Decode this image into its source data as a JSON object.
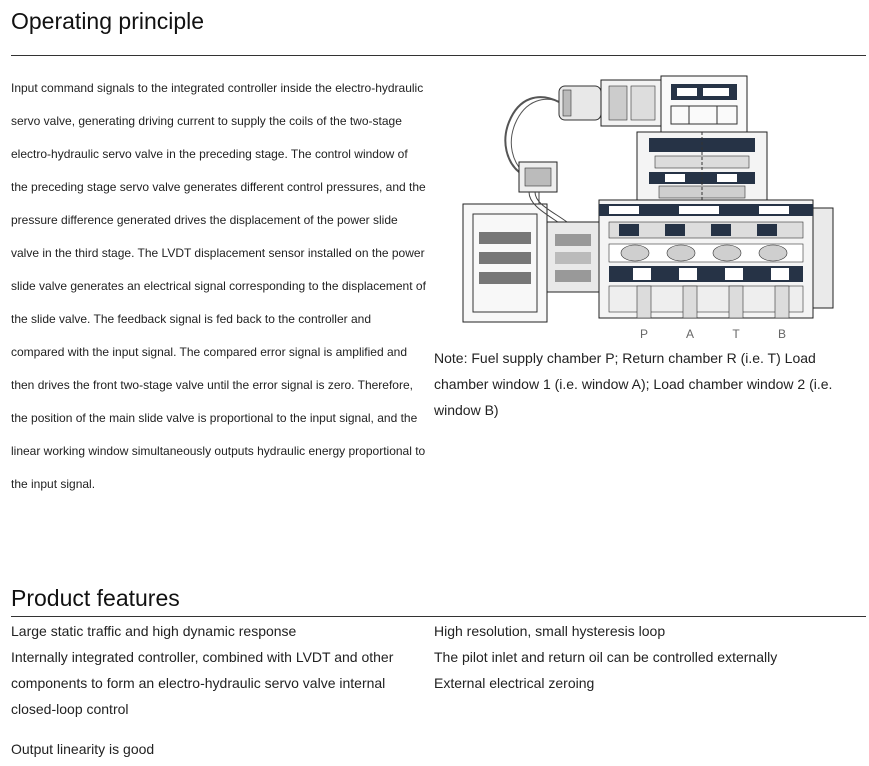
{
  "section1": {
    "title": "Operating principle",
    "body": "Input command signals to the integrated controller inside the electro-hydraulic servo valve, generating driving current to supply the coils of the two-stage electro-hydraulic servo valve in the preceding stage. The control window of the preceding stage servo valve generates different control pressures, and the pressure difference generated drives the displacement of the power slide valve in the third stage. The LVDT displacement sensor installed on the power slide valve generates an electrical signal corresponding to the displacement of the slide valve. The feedback signal is fed back to the controller and compared with the input signal. The compared error signal is amplified and then drives the front two-stage valve until the error signal is zero. Therefore, the position of the main slide valve is proportional to the input signal, and the linear working window simultaneously outputs hydraulic energy proportional to the input signal.",
    "diagram": {
      "ports": [
        "P",
        "A",
        "T",
        "B"
      ]
    },
    "note": "Note: Fuel supply chamber P; Return chamber R (i.e. T) Load chamber window 1 (i.e. window A); Load chamber window 2 (i.e. window B)"
  },
  "section2": {
    "title": "Product features",
    "features_left": [
      "Large static traffic and high dynamic response",
      "Internally integrated controller, combined with LVDT and other components to form an electro-hydraulic servo valve internal closed-loop control",
      "Output linearity is good"
    ],
    "features_right": [
      "High resolution, small hysteresis loop",
      "The pilot inlet and return oil can be controlled externally",
      "External electrical zeroing"
    ]
  }
}
